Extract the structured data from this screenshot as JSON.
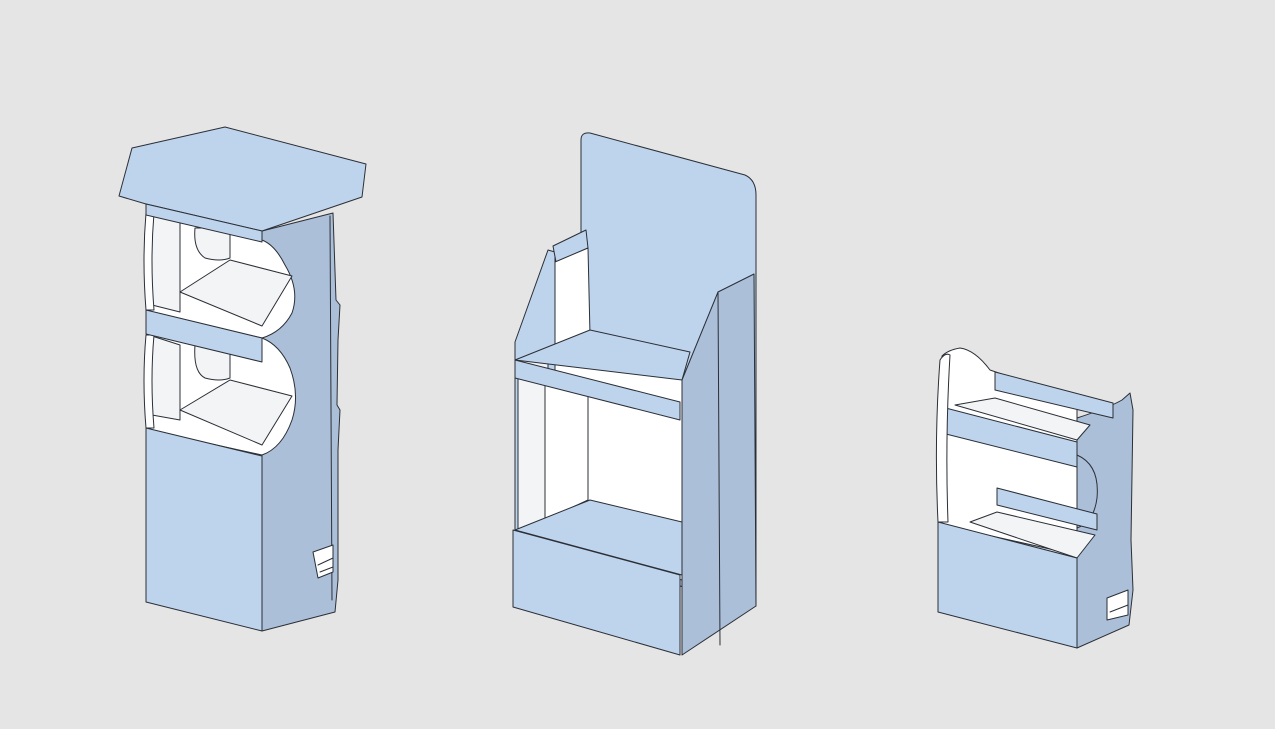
{
  "colors": {
    "background": "#e5e5e5",
    "panel_front": "#bed3ec",
    "panel_side": "#abbfd8",
    "interior": "#ffffff",
    "interior_shade": "#f3f4f6",
    "outline": "#2b2f36"
  },
  "displays": [
    {
      "id": "hexagonal-topper-display",
      "shelves": 2
    },
    {
      "id": "header-card-display",
      "shelves": 2
    },
    {
      "id": "counter-display",
      "shelves": 2
    }
  ]
}
